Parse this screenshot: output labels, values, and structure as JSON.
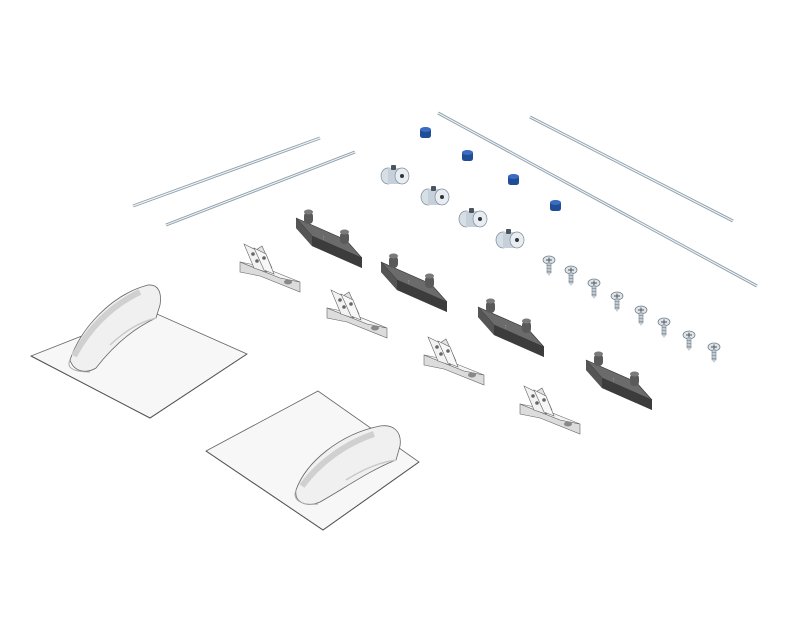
{
  "colors": {
    "background": "#ffffff",
    "plastic": "#f6f6f6",
    "plastic_shade": "#d9d9d9",
    "outline": "#555555",
    "dark_block": "#4d4d4d",
    "dark_block_top": "#6a6a6a",
    "blue_collar": "#1f4f9a",
    "silver": "#c9d3dc",
    "wire": "#b8c4cc"
  },
  "parts": {
    "pushrods": 4,
    "control_horns": 4,
    "servo_mount_blocks": 4,
    "set_screw_collars": 4,
    "blue_stoppers": 4,
    "screws": 8,
    "servo_covers": 2
  }
}
